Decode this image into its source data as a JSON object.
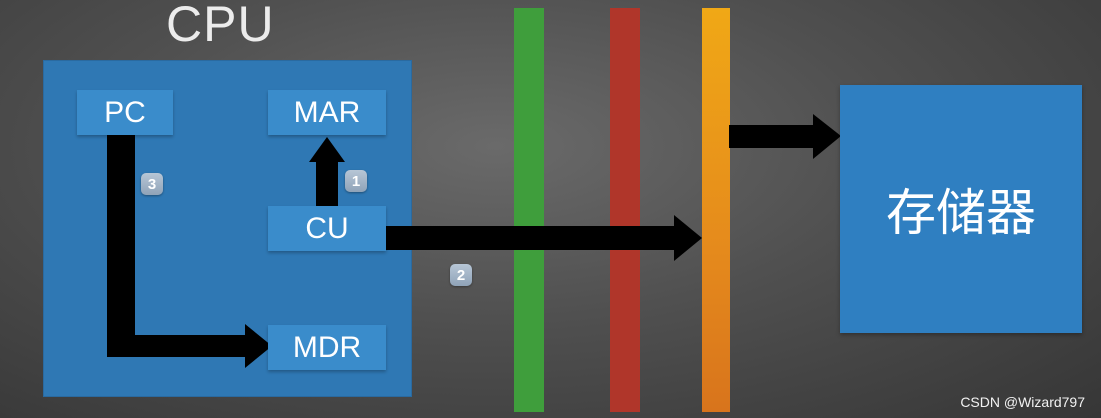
{
  "cpu": {
    "title": "CPU",
    "registers": {
      "pc": "PC",
      "mar": "MAR",
      "cu": "CU",
      "mdr": "MDR"
    }
  },
  "memory": {
    "label": "存储器"
  },
  "buses": {
    "colors": [
      "#3f9e3c",
      "#b0362a",
      "#f0a816"
    ]
  },
  "steps": {
    "one": "1",
    "two": "2",
    "three": "3"
  },
  "watermark": "CSDN @Wizard797"
}
